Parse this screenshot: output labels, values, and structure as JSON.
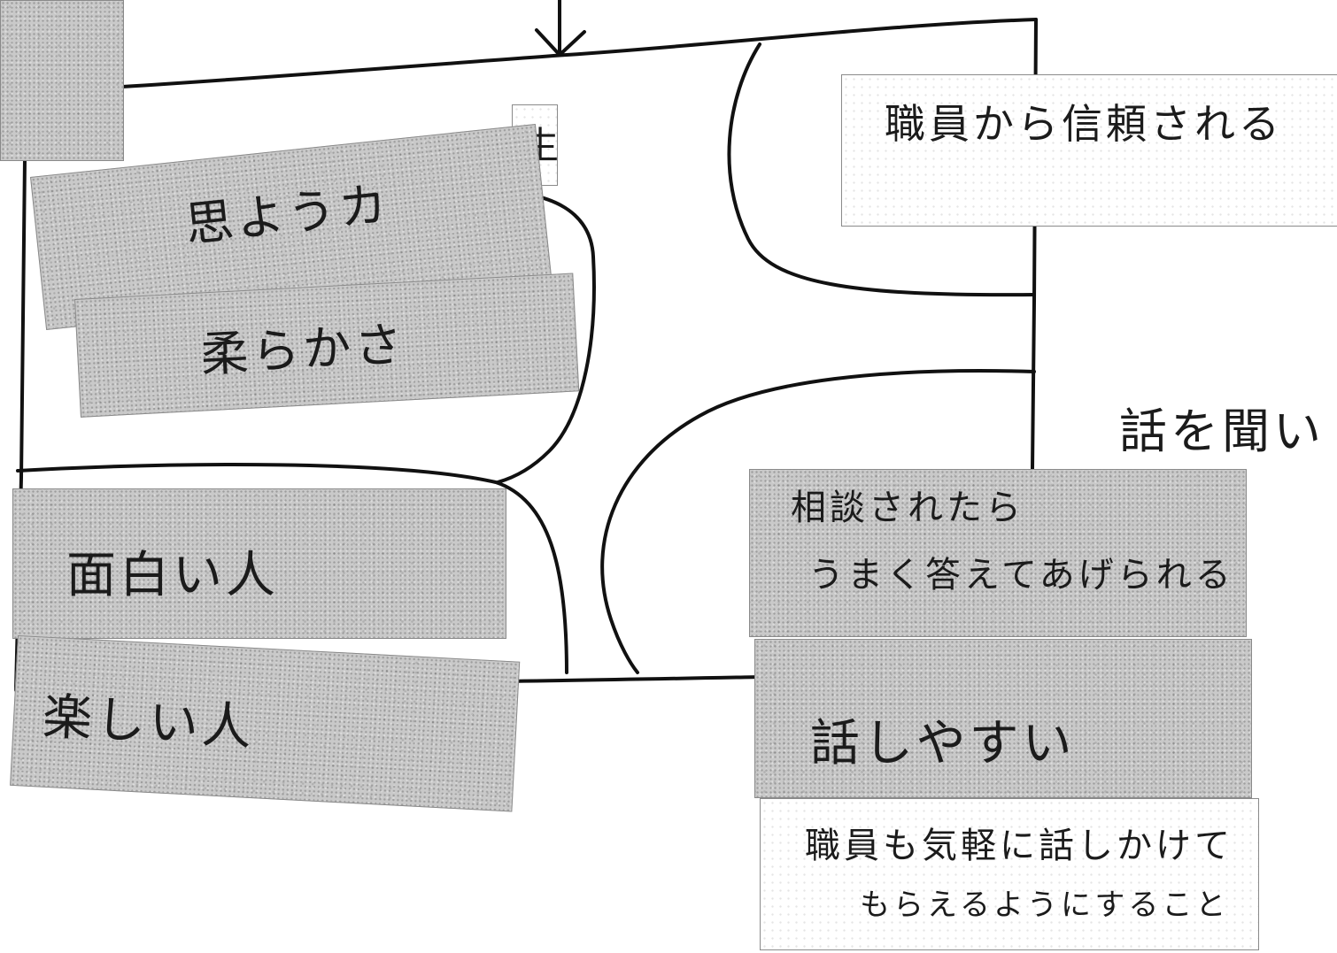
{
  "diagram": {
    "top_right_label": "職員から信頼される",
    "partial_top_label": "生",
    "right_partial_label": "話を聞い",
    "cards": [
      {
        "text": "思ようカ"
      },
      {
        "text": "柔らかさ"
      },
      {
        "text": "面白い人"
      },
      {
        "text": "楽しい人"
      },
      {
        "lines": [
          "相談されたら",
          "うまく答えてあげられる"
        ]
      },
      {
        "text": "話しやすい"
      },
      {
        "lines": [
          "職員も気軽に話しかけて",
          "もらえるようにすること"
        ]
      }
    ]
  }
}
